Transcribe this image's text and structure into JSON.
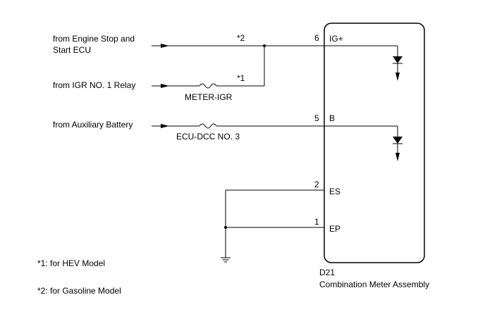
{
  "sources": {
    "engine_ecu": [
      "from Engine Stop and",
      "Start ECU"
    ],
    "igr_relay": "from IGR NO. 1 Relay",
    "aux_battery": "from Auxiliary Battery"
  },
  "fuses": {
    "meter_igr": "METER-IGR",
    "ecu_dcc": "ECU-DCC NO. 3"
  },
  "notes": {
    "star2_mark": "*2",
    "star1_mark": "*1",
    "footnote_1": "*1: for HEV Model",
    "footnote_2": "*2: for Gasoline Model"
  },
  "pins": [
    {
      "number": "6",
      "label": "IG+"
    },
    {
      "number": "5",
      "label": "B"
    },
    {
      "number": "2",
      "label": "ES"
    },
    {
      "number": "1",
      "label": "EP"
    }
  ],
  "component": {
    "code": "D21",
    "name": "Combination Meter Assembly"
  }
}
